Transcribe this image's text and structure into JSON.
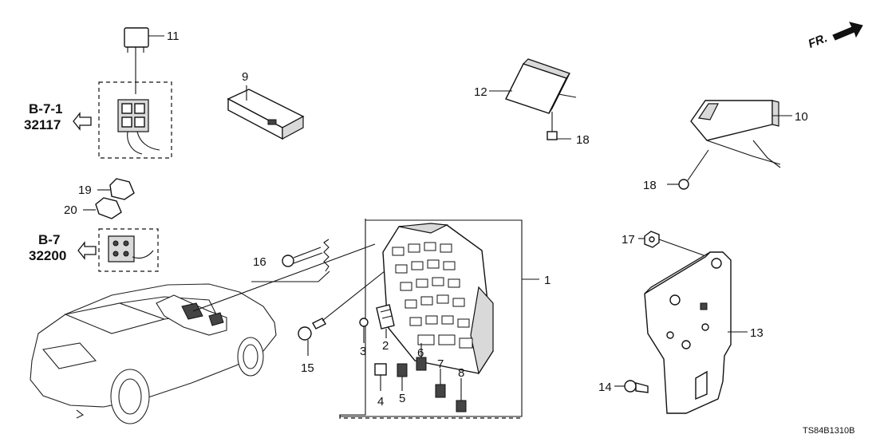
{
  "direction_label": "FR.",
  "part_numbers": {
    "p1": "1",
    "p2": "2",
    "p3": "3",
    "p4": "4",
    "p5": "5",
    "p6": "6",
    "p7": "7",
    "p8": "8",
    "p9": "9",
    "p10": "10",
    "p11": "11",
    "p12": "12",
    "p13": "13",
    "p14": "14",
    "p15": "15",
    "p16": "16",
    "p17": "17",
    "p18a": "18",
    "p18b": "18",
    "p19": "19",
    "p20": "20"
  },
  "references": [
    {
      "section": "B-7-1",
      "number": "32117"
    },
    {
      "section": "B-7",
      "number": "32200"
    }
  ],
  "diagram_code": "TS84B1310B",
  "arrow_icon": "hollow-left-arrow-icon"
}
